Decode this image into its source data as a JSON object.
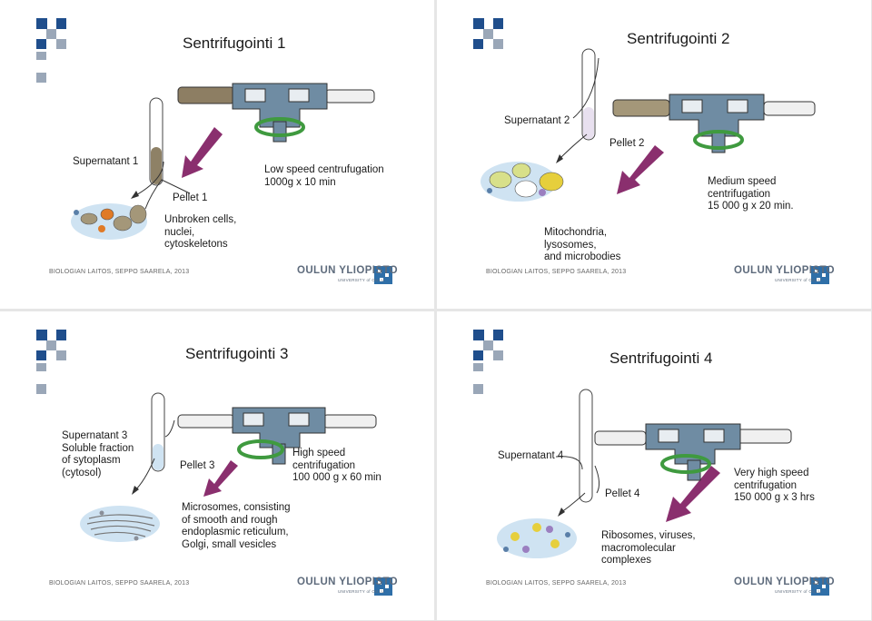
{
  "footer_credit": "BIOLOGIAN LAITOS, SEPPO SAARELA, 2013",
  "university": "OULUN YLIOPISTO",
  "university_sub": "UNIVERSITY of OULU",
  "colors": {
    "arrow": "#8a2f6e",
    "rotor": "#6f8ca3",
    "spin_arrow": "#3f9a3f",
    "sediment": "#a49779",
    "logo_blue": "#2f6fa8"
  },
  "slides": [
    {
      "title": "Sentrifugointi 1",
      "supernatant": "Supernatant 1",
      "pellet": "Pellet 1",
      "contents": [
        "Unbroken cells,",
        "nuclei,",
        "cytoskeletons"
      ],
      "condition": [
        "Low speed centrufugation",
        "1000g x 10 min"
      ]
    },
    {
      "title": "Sentrifugointi 2",
      "supernatant": "Supernatant 2",
      "pellet": "Pellet 2",
      "contents": [
        "Mitochondria,",
        "lysosomes,",
        "and microbodies"
      ],
      "condition": [
        "Medium speed",
        "centrifugation",
        "15 000 g x 20 min."
      ]
    },
    {
      "title": "Sentrifugointi 3",
      "supernatant": [
        "Supernatant 3",
        "Soluble fraction",
        "of sytoplasm",
        "(cytosol)"
      ],
      "pellet": "Pellet 3",
      "contents": [
        "Microsomes, consisting",
        "of smooth and rough",
        "endoplasmic reticulum,",
        "Golgi, small vesicles"
      ],
      "condition": [
        "High speed",
        "centrifugation",
        "100 000 g x 60 min"
      ]
    },
    {
      "title": "Sentrifugointi 4",
      "supernatant": "Supernatant 4",
      "pellet": "Pellet 4",
      "contents": [
        "Ribosomes, viruses,",
        "macromolecular",
        "complexes"
      ],
      "condition": [
        "Very high speed",
        "centrifugation",
        "150 000 g x 3 hrs"
      ]
    }
  ]
}
